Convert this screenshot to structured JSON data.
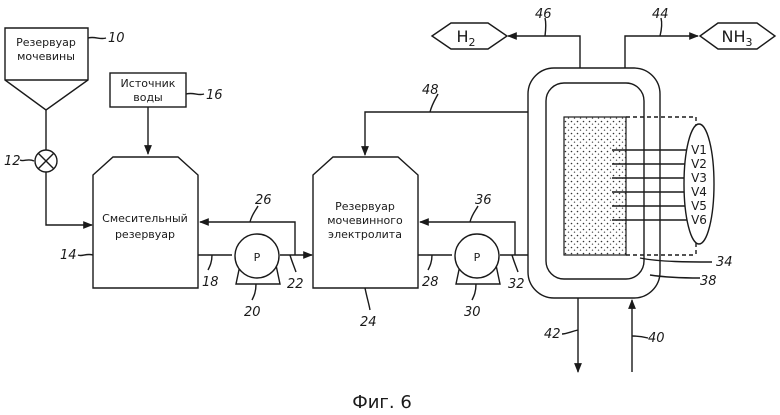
{
  "urea_reservoir": {
    "line1": "Резервуар",
    "line2": "мочевины",
    "ref": "10"
  },
  "water_source": {
    "line1": "Источник",
    "line2": "воды",
    "ref": "16"
  },
  "valve": {
    "ref": "12"
  },
  "mixing_tank": {
    "line1": "Смесительный",
    "line2": "резервуар",
    "ref": "14"
  },
  "pump1": {
    "label": "P",
    "ref": "20"
  },
  "electrolyte_tank": {
    "line1": "Резервуар",
    "line2": "мочевинного",
    "line3": "электролита",
    "ref": "24"
  },
  "pump2": {
    "label": "P",
    "ref": "30"
  },
  "refs": {
    "r18": "18",
    "r22": "22",
    "r26": "26",
    "r28": "28",
    "r32": "32",
    "r36": "36",
    "r48": "48",
    "r46": "46",
    "r44": "44",
    "r34": "34",
    "r38": "38",
    "r42": "42",
    "r40": "40"
  },
  "outputs": {
    "h2": "H",
    "h2_sub": "2",
    "nh3": "NH",
    "nh3_sub": "3"
  },
  "voltages": [
    "V1",
    "V2",
    "V3",
    "V4",
    "V5",
    "V6"
  ],
  "caption": "Фиг. 6"
}
